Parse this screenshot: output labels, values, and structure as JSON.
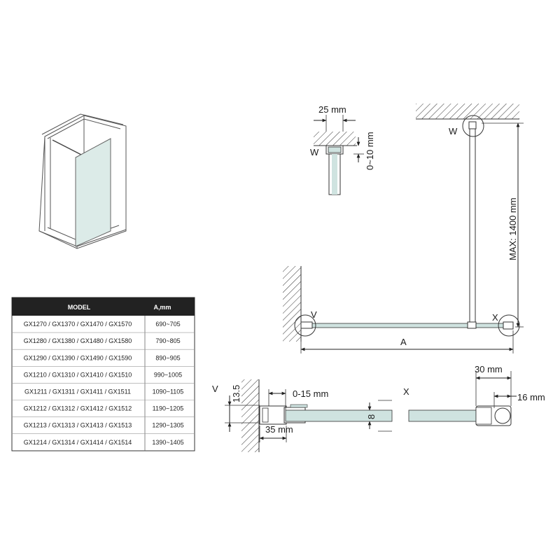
{
  "labels": {
    "top_detail_width": "25 mm",
    "top_detail_gap": "0~10 mm",
    "top_detail_letter": "W",
    "plan_w": "W",
    "plan_v": "V",
    "plan_x": "X",
    "plan_a": "A",
    "plan_max": "MAX: 1400 mm",
    "bottom_v": "V",
    "bottom_x": "X",
    "dim_13_5": "13.5",
    "dim_0_15": "0-15 mm",
    "dim_8": "8",
    "dim_35": "35 mm",
    "dim_30": "30 mm",
    "dim_16": "16 mm"
  },
  "table": {
    "headers": [
      "MODEL",
      "A,mm"
    ],
    "rows": [
      [
        "GX1270 / GX1370 / GX1470 / GX1570",
        "690~705"
      ],
      [
        "GX1280 / GX1380 / GX1480 / GX1580",
        "790~805"
      ],
      [
        "GX1290 / GX1390 / GX1490 / GX1590",
        "890~905"
      ],
      [
        "GX1210 / GX1310 / GX1410 / GX1510",
        "990~1005"
      ],
      [
        "GX1211 / GX1311 / GX1411 / GX1511",
        "1090~1105"
      ],
      [
        "GX1212 / GX1312 / GX1412 / GX1512",
        "1190~1205"
      ],
      [
        "GX1213 / GX1313 / GX1413 / GX1513",
        "1290~1305"
      ],
      [
        "GX1214 / GX1314 / GX1414 / GX1514",
        "1390~1405"
      ]
    ]
  },
  "colors": {
    "line": "#3a3a3a",
    "glass": "#cfe3e0",
    "glass_panel": "#dcebe8",
    "table_header": "#222222"
  }
}
